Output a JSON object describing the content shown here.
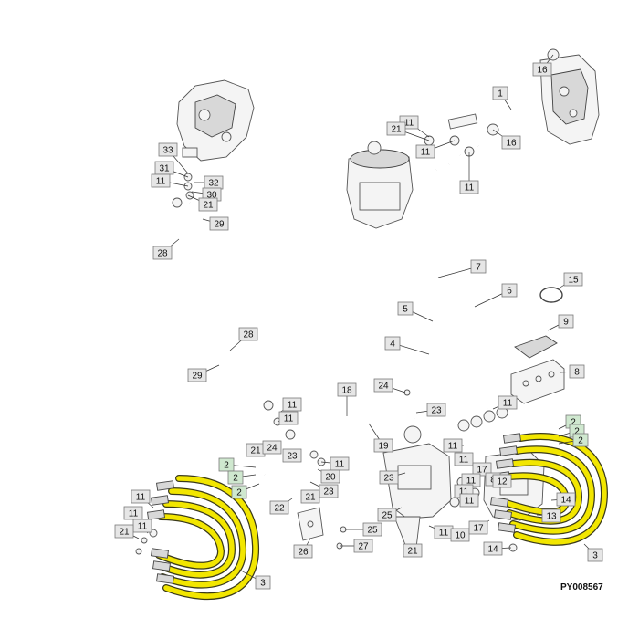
{
  "figure_reference": "PY008567",
  "colors": {
    "hose_highlight": "#f2e600",
    "callout_fill": "#e6e6e6",
    "callout_green_fill": "#cfe8cf",
    "callout_green_stroke": "#3a8a3a",
    "line": "#333333"
  },
  "callouts": [
    {
      "label": "1"
    },
    {
      "label": "16"
    },
    {
      "label": "16"
    },
    {
      "label": "11"
    },
    {
      "label": "21"
    },
    {
      "label": "11"
    },
    {
      "label": "11"
    },
    {
      "label": "33"
    },
    {
      "label": "31"
    },
    {
      "label": "32"
    },
    {
      "label": "11"
    },
    {
      "label": "30"
    },
    {
      "label": "21"
    },
    {
      "label": "29"
    },
    {
      "label": "28"
    },
    {
      "label": "7"
    },
    {
      "label": "6"
    },
    {
      "label": "15"
    },
    {
      "label": "5"
    },
    {
      "label": "9"
    },
    {
      "label": "4"
    },
    {
      "label": "8"
    },
    {
      "label": "28"
    },
    {
      "label": "29"
    },
    {
      "label": "18"
    },
    {
      "label": "24"
    },
    {
      "label": "11"
    },
    {
      "label": "23"
    },
    {
      "label": "11"
    },
    {
      "label": "19"
    },
    {
      "label": "11"
    },
    {
      "label": "2"
    },
    {
      "label": "2"
    },
    {
      "label": "2"
    },
    {
      "label": "21"
    },
    {
      "label": "24"
    },
    {
      "label": "23"
    },
    {
      "label": "11"
    },
    {
      "label": "20"
    },
    {
      "label": "2"
    },
    {
      "label": "2"
    },
    {
      "label": "2"
    },
    {
      "label": "23"
    },
    {
      "label": "21"
    },
    {
      "label": "22"
    },
    {
      "label": "11"
    },
    {
      "label": "23"
    },
    {
      "label": "11"
    },
    {
      "label": "17"
    },
    {
      "label": "8"
    },
    {
      "label": "11"
    },
    {
      "label": "11"
    },
    {
      "label": "12"
    },
    {
      "label": "11"
    },
    {
      "label": "14"
    },
    {
      "label": "11"
    },
    {
      "label": "11"
    },
    {
      "label": "11"
    },
    {
      "label": "13"
    },
    {
      "label": "25"
    },
    {
      "label": "25"
    },
    {
      "label": "27"
    },
    {
      "label": "11"
    },
    {
      "label": "10"
    },
    {
      "label": "17"
    },
    {
      "label": "21"
    },
    {
      "label": "21"
    },
    {
      "label": "26"
    },
    {
      "label": "14"
    },
    {
      "label": "3"
    },
    {
      "label": "3"
    }
  ]
}
